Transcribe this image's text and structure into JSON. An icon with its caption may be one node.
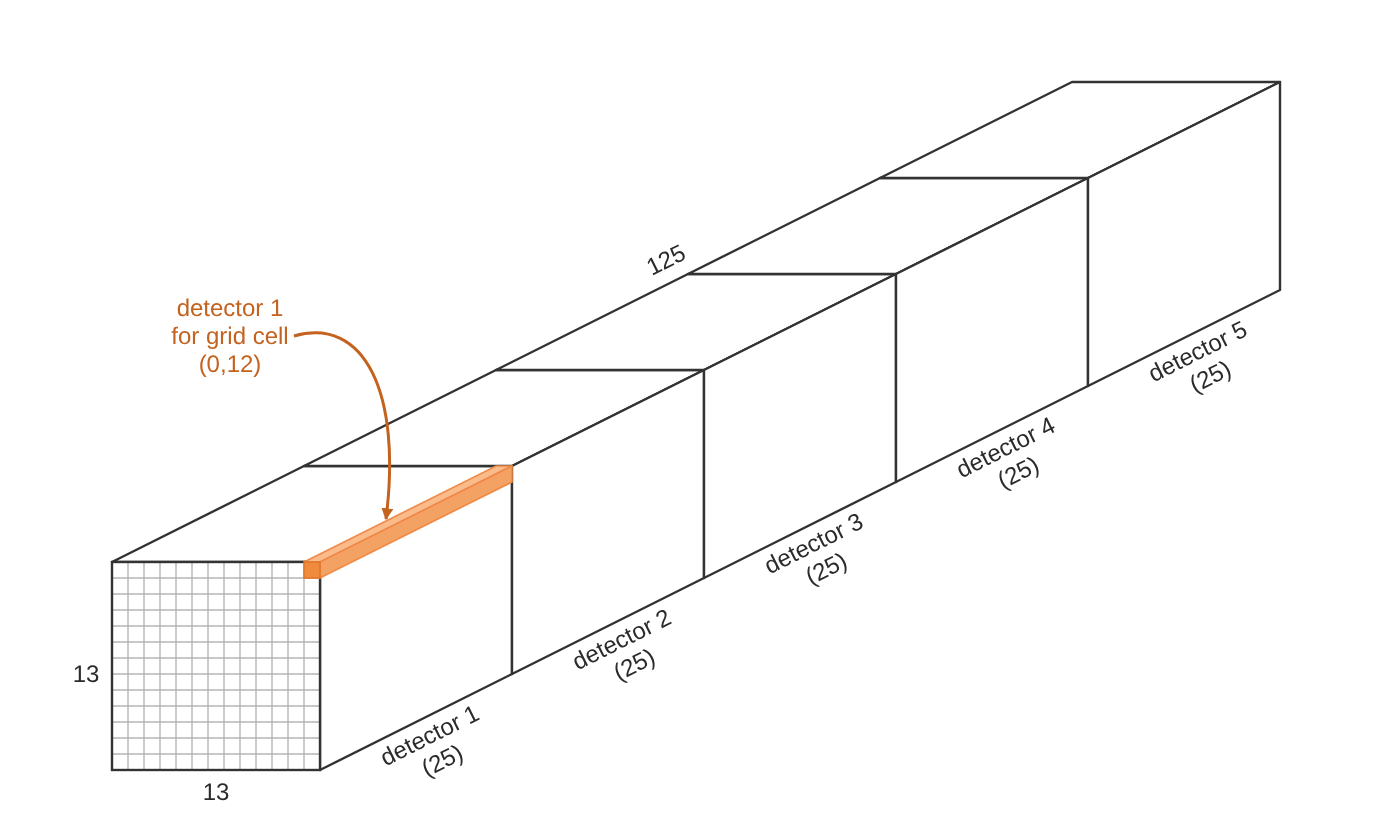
{
  "diagram": {
    "nodes": [
      {
        "text": [
          "detector 1 for grid cell (0,12)"
        ]
      },
      {
        "text": [],
        "shape": "bar"
      }
    ],
    "edges": [
      {
        "from": 0,
        "to": 1,
        "arrow": "to",
        "color": "#c4621f"
      }
    ],
    "labels": [
      "125",
      "13",
      "13",
      "detector 1 (25)",
      "detector 2 (25)",
      "detector 3 (25)",
      "detector 4 (25)",
      "detector 5 (25)"
    ]
  }
}
